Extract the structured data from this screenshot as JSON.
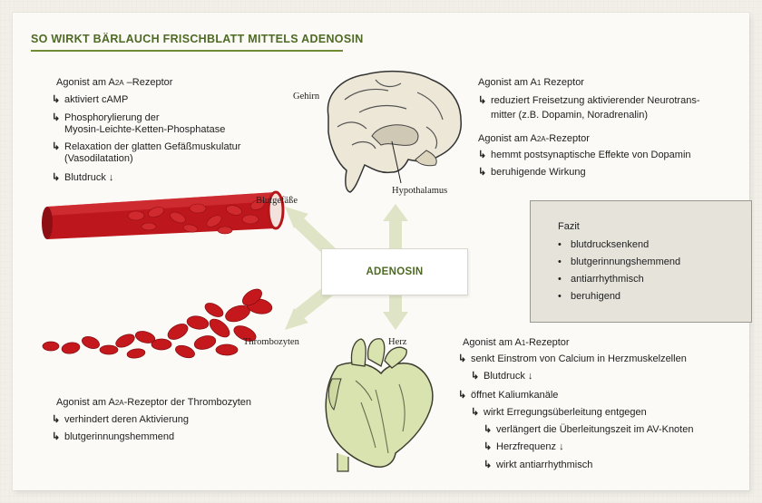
{
  "title": "SO WIRKT BÄRLAUCH FRISCHBLATT MITTELS ADENOSIN",
  "center": "ADENOSIN",
  "labels": {
    "gehirn": "Gehirn",
    "hypothalamus": "Hypothalamus",
    "blutgefaesse": "Blutgefäße",
    "thrombozyten": "Thrombozyten",
    "herz": "Herz"
  },
  "blood_vessel": {
    "heading_pre": "Agonist am A",
    "heading_sub": "2A",
    "heading_post": " –Rezeptor",
    "items": [
      "aktiviert cAMP",
      "Phosphorylierung der",
      "Myosin-Leichte-Ketten-Phosphatase",
      "Relaxation der glatten Gefäßmuskulatur",
      "(Vasodilatation)",
      "Blutdruck"
    ]
  },
  "brain": {
    "a1": {
      "heading_pre": "Agonist am A",
      "heading_sub": "1",
      "heading_post": " Rezeptor",
      "items": [
        "reduziert Freisetzung aktivierender Neurotrans-",
        "mitter (z.B. Dopamin, Noradrenalin)"
      ]
    },
    "a2a": {
      "heading_pre": "Agonist am A",
      "heading_sub": "2A",
      "heading_post": "-Rezeptor",
      "items": [
        "hemmt postsynaptische Effekte von Dopamin",
        "beruhigende Wirkung"
      ]
    }
  },
  "thrombo": {
    "heading_pre": "Agonist am A",
    "heading_sub": "2A",
    "heading_post": "-Rezeptor der Thrombozyten",
    "items": [
      "verhindert deren Aktivierung",
      "blutgerinnungshemmend"
    ]
  },
  "heart": {
    "heading_pre": "Agonist am A",
    "heading_sub": "1",
    "heading_post": "-Rezeptor",
    "items": [
      "senkt Einstrom von Calcium in Herzmuskelzellen",
      "Blutdruck",
      "öffnet Kaliumkanäle",
      "wirkt Erregungsüberleitung entgegen",
      "verlängert die Überleitungszeit im AV-Knoten",
      "Herzfrequenz",
      "wirkt antiarrhythmisch"
    ]
  },
  "fazit": {
    "title": "Fazit",
    "items": [
      "blutdrucksenkend",
      "blutgerinnungshemmend",
      "antiarrhythmisch",
      "beruhigend"
    ]
  },
  "symbols": {
    "hook_arrow": "↳",
    "down_arrow": "↓",
    "bullet": "•"
  },
  "colors": {
    "title_green": "#4e6a24",
    "arrow_green": "#dfe4c6",
    "blood_red": "#b5161a",
    "heart_green": "#d9e3b0"
  }
}
